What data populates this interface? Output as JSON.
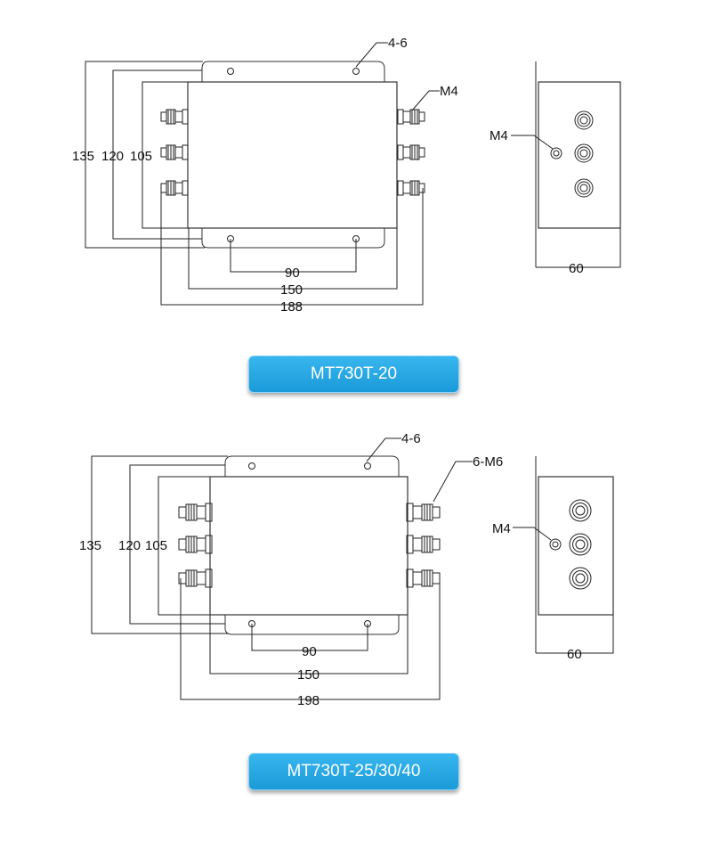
{
  "top": {
    "label_holes": "4-6",
    "label_terminal": "M4",
    "label_side_terminal": "M4",
    "dim_135": "135",
    "dim_120": "120",
    "dim_105": "105",
    "dim_90": "90",
    "dim_150": "150",
    "dim_188": "188",
    "dim_60": "60",
    "model": "MT730T-20"
  },
  "bottom": {
    "label_holes": "4-6",
    "label_terminal": "6-M6",
    "label_side_terminal": "M4",
    "dim_135": "135",
    "dim_120": "120",
    "dim_105": "105",
    "dim_90": "90",
    "dim_150": "150",
    "dim_198": "198",
    "dim_60": "60",
    "model": "MT730T-25/30/40"
  }
}
